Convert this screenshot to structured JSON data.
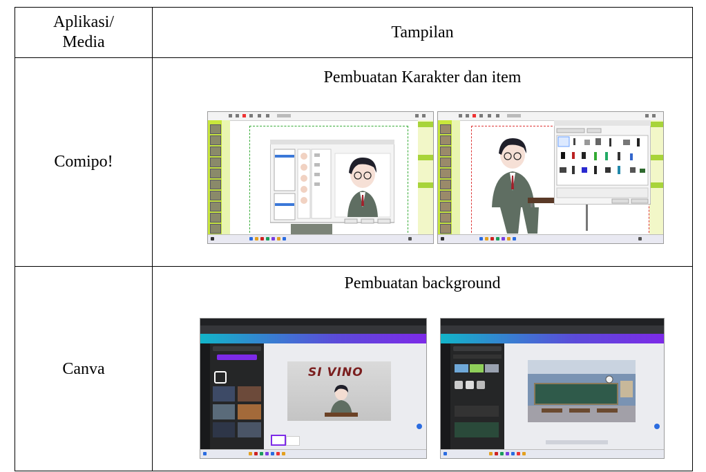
{
  "table": {
    "header": {
      "col1": "Aplikasi/ Media",
      "col2": "Tampilan"
    },
    "rows": [
      {
        "app": "Comipo!",
        "caption": "Pembuatan Karakter dan item",
        "screenshots": [
          {
            "kind": "comipo",
            "content": "character-creator-dialog"
          },
          {
            "kind": "comipo",
            "content": "item-palette-window"
          }
        ]
      },
      {
        "app": "Canva",
        "caption": "Pembuatan background",
        "screenshots": [
          {
            "kind": "canva",
            "content": "title-slide",
            "slide_text": "SI VINO"
          },
          {
            "kind": "canva",
            "content": "classroom-background"
          }
        ]
      }
    ]
  },
  "colors": {
    "border": "#000000",
    "comipo_green": "#c8e63c",
    "canva_gradient_start": "#12b5c9",
    "canva_gradient_end": "#7d2ae8"
  }
}
